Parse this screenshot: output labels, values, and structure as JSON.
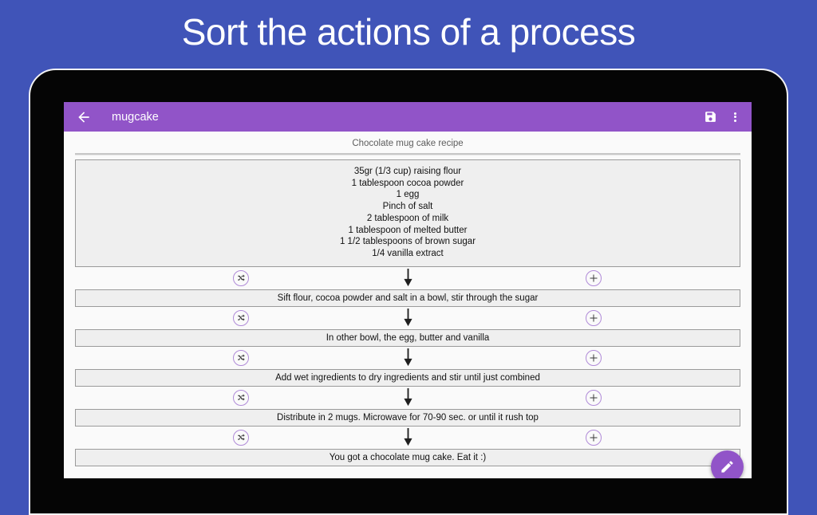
{
  "promo": {
    "headline": "Sort the actions of a process",
    "background_color": "#4054b8"
  },
  "app": {
    "accent_color": "#9154c8",
    "appbar": {
      "back_icon": "arrow-left-icon",
      "title": "mugcake",
      "save_icon": "save-floppy-icon",
      "overflow_icon": "overflow-menu-icon"
    },
    "recipe_title": "Chocolate mug cake recipe",
    "ingredients": [
      "35gr (1/3 cup) raising flour",
      "1 tablespoon cocoa powder",
      "1 egg",
      "Pinch of salt",
      "2 tablespoon of milk",
      "1 tablespoon of melted butter",
      "1 1/2 tablespoons of brown sugar",
      "1/4 vanilla extract"
    ],
    "connector": {
      "shuffle_icon": "shuffle-icon",
      "add_icon": "plus-circle-icon",
      "arrow_icon": "arrow-down-icon"
    },
    "steps": [
      "Sift flour, cocoa powder and salt in a bowl, stir through the sugar",
      "In other bowl, the egg, butter and vanilla",
      "Add wet ingredients to dry ingredients and stir until just combined",
      "Distribute in 2 mugs. Microwave for 70-90 sec. or until it rush top",
      "You got a chocolate mug cake. Eat it :)"
    ],
    "fab": {
      "icon": "pencil-edit-icon"
    }
  }
}
